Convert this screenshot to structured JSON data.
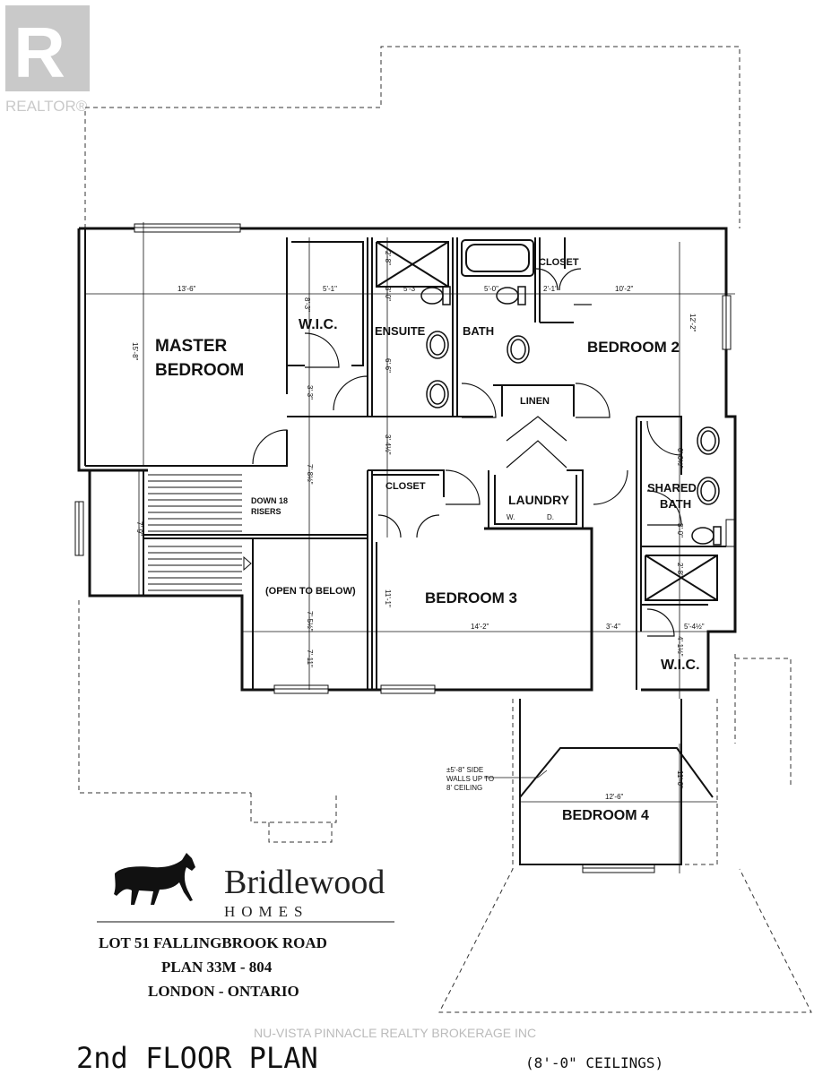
{
  "watermark": {
    "brand": "REALTOR®",
    "brokerage": "NU-VISTA PINNACLE REALTY BROKERAGE INC"
  },
  "rooms": {
    "master": [
      "MASTER",
      "BEDROOM"
    ],
    "wic1": "W.I.C.",
    "ensuite": "ENSUITE",
    "bath": "BATH",
    "closet_top": "CLOSET",
    "bedroom2": "BEDROOM 2",
    "linen": "LINEN",
    "closet_mid": "CLOSET",
    "laundry": "LAUNDRY",
    "laundry_w": "W.",
    "laundry_d": "D.",
    "shared_bath": [
      "SHARED",
      "BATH"
    ],
    "stairs": [
      "DOWN 18",
      "RISERS"
    ],
    "open_below": "(OPEN TO BELOW)",
    "bedroom3": "BEDROOM 3",
    "wic2": "W.I.C.",
    "bedroom4": "BEDROOM 4",
    "side_walls_note": [
      "±5'-8\" SIDE",
      "WALLS UP TO",
      "8' CEILING"
    ]
  },
  "dimensions": {
    "master_w": "13'-6\"",
    "master_h": "15'-8\"",
    "wic_w": "5'-1\"",
    "wic_h": "8'-3\"",
    "ensuite_w": "5'-3\"",
    "ensuite_h1": "3'-0\"",
    "ensuite_h2": "6'-6\"",
    "ensuite_top": "2'-8\"",
    "bath_w": "5'-0\"",
    "closet_w": "2'-1\"",
    "bed2_w": "10'-2\"",
    "bed2_h": "12'-2\"",
    "hall1": "3'-3\"",
    "hall2": "3'-4½\"",
    "hall3": "7'-8½\"",
    "stair_h": "7'-9\"",
    "shared1": "6'-0½\"",
    "shared2": "3'-0\"",
    "shared3": "2'-8\"",
    "bed3_w": "14'-2\"",
    "bed3_h": "11'-1\"",
    "hall4": "3'-4\"",
    "open_w": "7'-5½\"",
    "open_h": "7'-11\"",
    "wic2_w": "5'-4½\"",
    "wic2_h": "4'-1½\"",
    "bed4_w": "12'-6\"",
    "bed4_h": "11'-6\""
  },
  "builder": {
    "name": "Bridlewood",
    "sub": "HOMES",
    "address": [
      "LOT 51 FALLINGBROOK ROAD",
      "PLAN  33M  -  804",
      "LONDON  -  ONTARIO"
    ]
  },
  "footer": {
    "title": "2nd FLOOR PLAN",
    "ceiling": "(8'-0\" CEILINGS)"
  }
}
